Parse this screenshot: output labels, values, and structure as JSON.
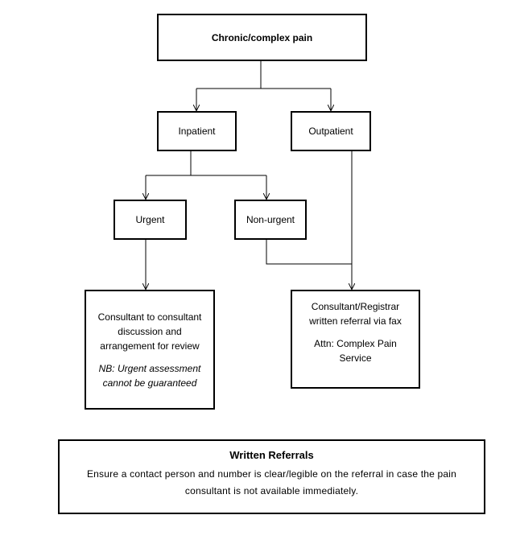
{
  "diagram": {
    "root": {
      "label": "Chronic/complex pain"
    },
    "inpatient": {
      "label": "Inpatient"
    },
    "outpatient": {
      "label": "Outpatient"
    },
    "urgent": {
      "label": "Urgent"
    },
    "non_urgent": {
      "label": "Non-urgent"
    },
    "consultant_discussion": {
      "label": "Consultant to consultant discussion and arrangement for review",
      "note": "NB: Urgent assessment cannot be guaranteed"
    },
    "registrar_referral": {
      "label": "Consultant/Registrar written referral via fax",
      "attn": "Attn: Complex Pain Service"
    },
    "written_referrals": {
      "title": "Written Referrals",
      "text": "Ensure a contact person and number is clear/legible on the referral in case the pain consultant is not available immediately."
    }
  }
}
